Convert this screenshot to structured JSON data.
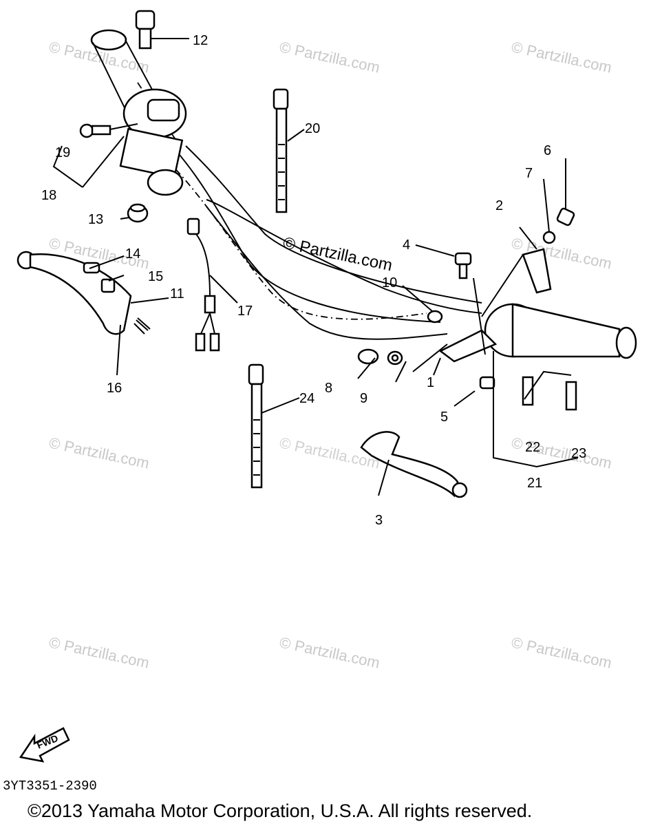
{
  "watermarks": [
    "© Partzilla.com",
    "© Partzilla.com",
    "© Partzilla.com",
    "© Partzilla.com",
    "© Partzilla.com",
    "© Partzilla.com",
    "© Partzilla.com",
    "© Partzilla.com",
    "© Partzilla.com",
    "© Partzilla.com"
  ],
  "center_watermark": "© Partzilla.com",
  "callouts": {
    "c1": "1",
    "c2": "2",
    "c3": "3",
    "c4": "4",
    "c5": "5",
    "c6": "6",
    "c7": "7",
    "c8": "8",
    "c9": "9",
    "c10": "10",
    "c11": "11",
    "c12": "12",
    "c13": "13",
    "c14": "14",
    "c15": "15",
    "c16": "16",
    "c17": "17",
    "c18": "18",
    "c19": "19",
    "c20": "20",
    "c21": "21",
    "c22": "22",
    "c23": "23",
    "c24": "24"
  },
  "fwd_label": "FWD",
  "diagram_code": "3YT3351-2390",
  "copyright": "©2013 Yamaha Motor Corporation, U.S.A. All rights reserved."
}
